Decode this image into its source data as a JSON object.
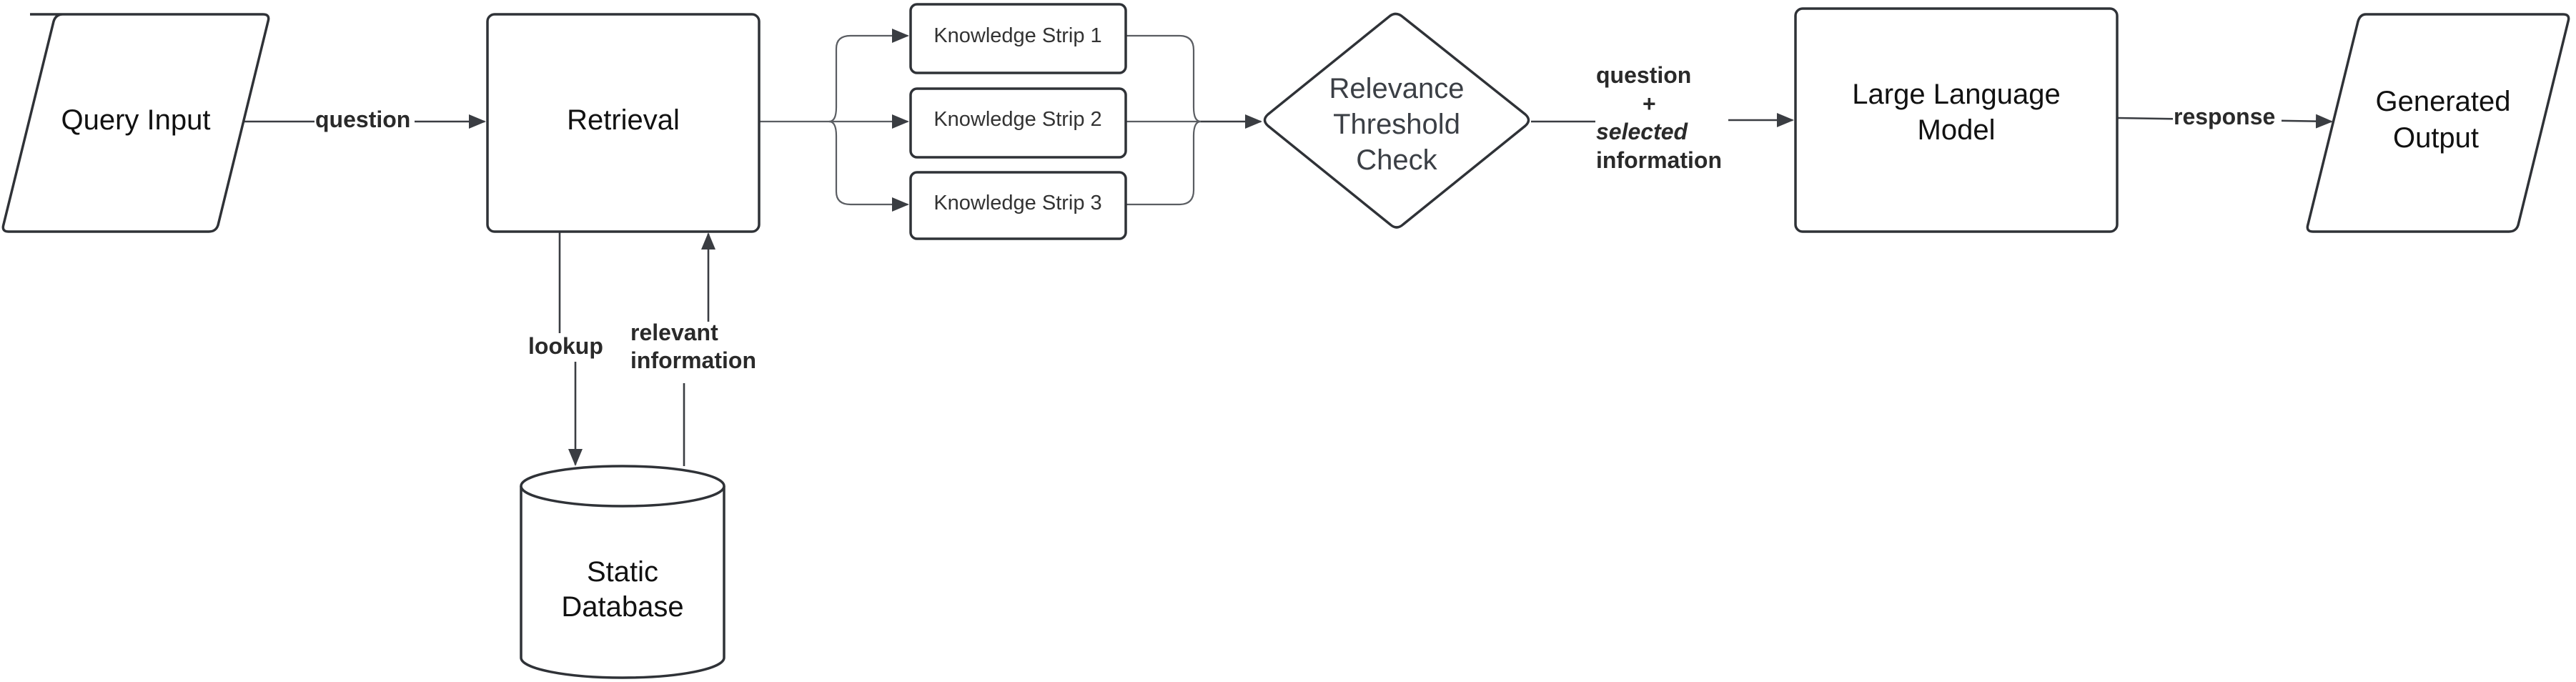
{
  "nodes": {
    "query_input": "Query Input",
    "retrieval": "Retrieval",
    "strip_1": "Knowledge Strip 1",
    "strip_2": "Knowledge Strip 2",
    "strip_3": "Knowledge Strip 3",
    "relevance_check": [
      "Relevance",
      "Threshold",
      "Check"
    ],
    "llm": [
      "Large Language",
      "Model"
    ],
    "generated_output": [
      "Generated",
      "Output"
    ],
    "static_database": [
      "Static",
      "Database"
    ]
  },
  "edges": {
    "question": "question",
    "lookup": "lookup",
    "relevant_information": [
      "relevant",
      "information"
    ],
    "selected_block": [
      "question",
      "+",
      "selected",
      "information"
    ],
    "response": "response"
  },
  "colors": {
    "stroke": "#2f3237",
    "connector": "#3a3d42",
    "background": "#ffffff"
  }
}
